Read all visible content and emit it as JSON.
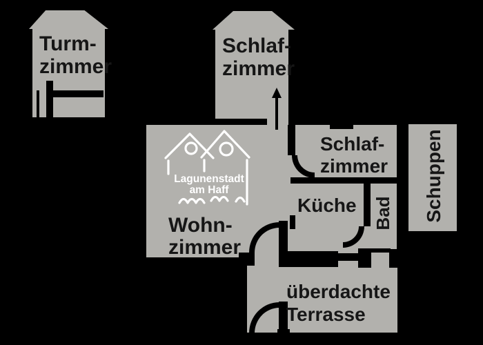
{
  "title": "Floor plan Lagunenstadt am Haff",
  "colors": {
    "background": "#000000",
    "room_fill": "#b2b1ad",
    "wall": "#000000",
    "label": "#161616",
    "logo": "#ffffff"
  },
  "rooms": {
    "turmzimmer": {
      "label_line1": "Turm-",
      "label_line2": "zimmer"
    },
    "schlafzimmer_turm": {
      "label_line1": "Schlaf-",
      "label_line2": "zimmer"
    },
    "wohnzimmer": {
      "label_line1": "Wohn-",
      "label_line2": "zimmer"
    },
    "schlafzimmer_rechts": {
      "label_line1": "Schlaf-",
      "label_line2": "zimmer"
    },
    "kueche": {
      "label": "Küche"
    },
    "bad": {
      "label": "Bad"
    },
    "schuppen": {
      "label": "Schuppen"
    },
    "terrasse": {
      "label_line1": "überdachte",
      "label_line2": "Terrasse"
    }
  },
  "logo": {
    "line1": "Lagunenstadt",
    "line2": "am Haff"
  },
  "icons": {
    "stairs_up_arrow": "up-arrow",
    "door_swing": "quarter-circle-door-swing"
  }
}
